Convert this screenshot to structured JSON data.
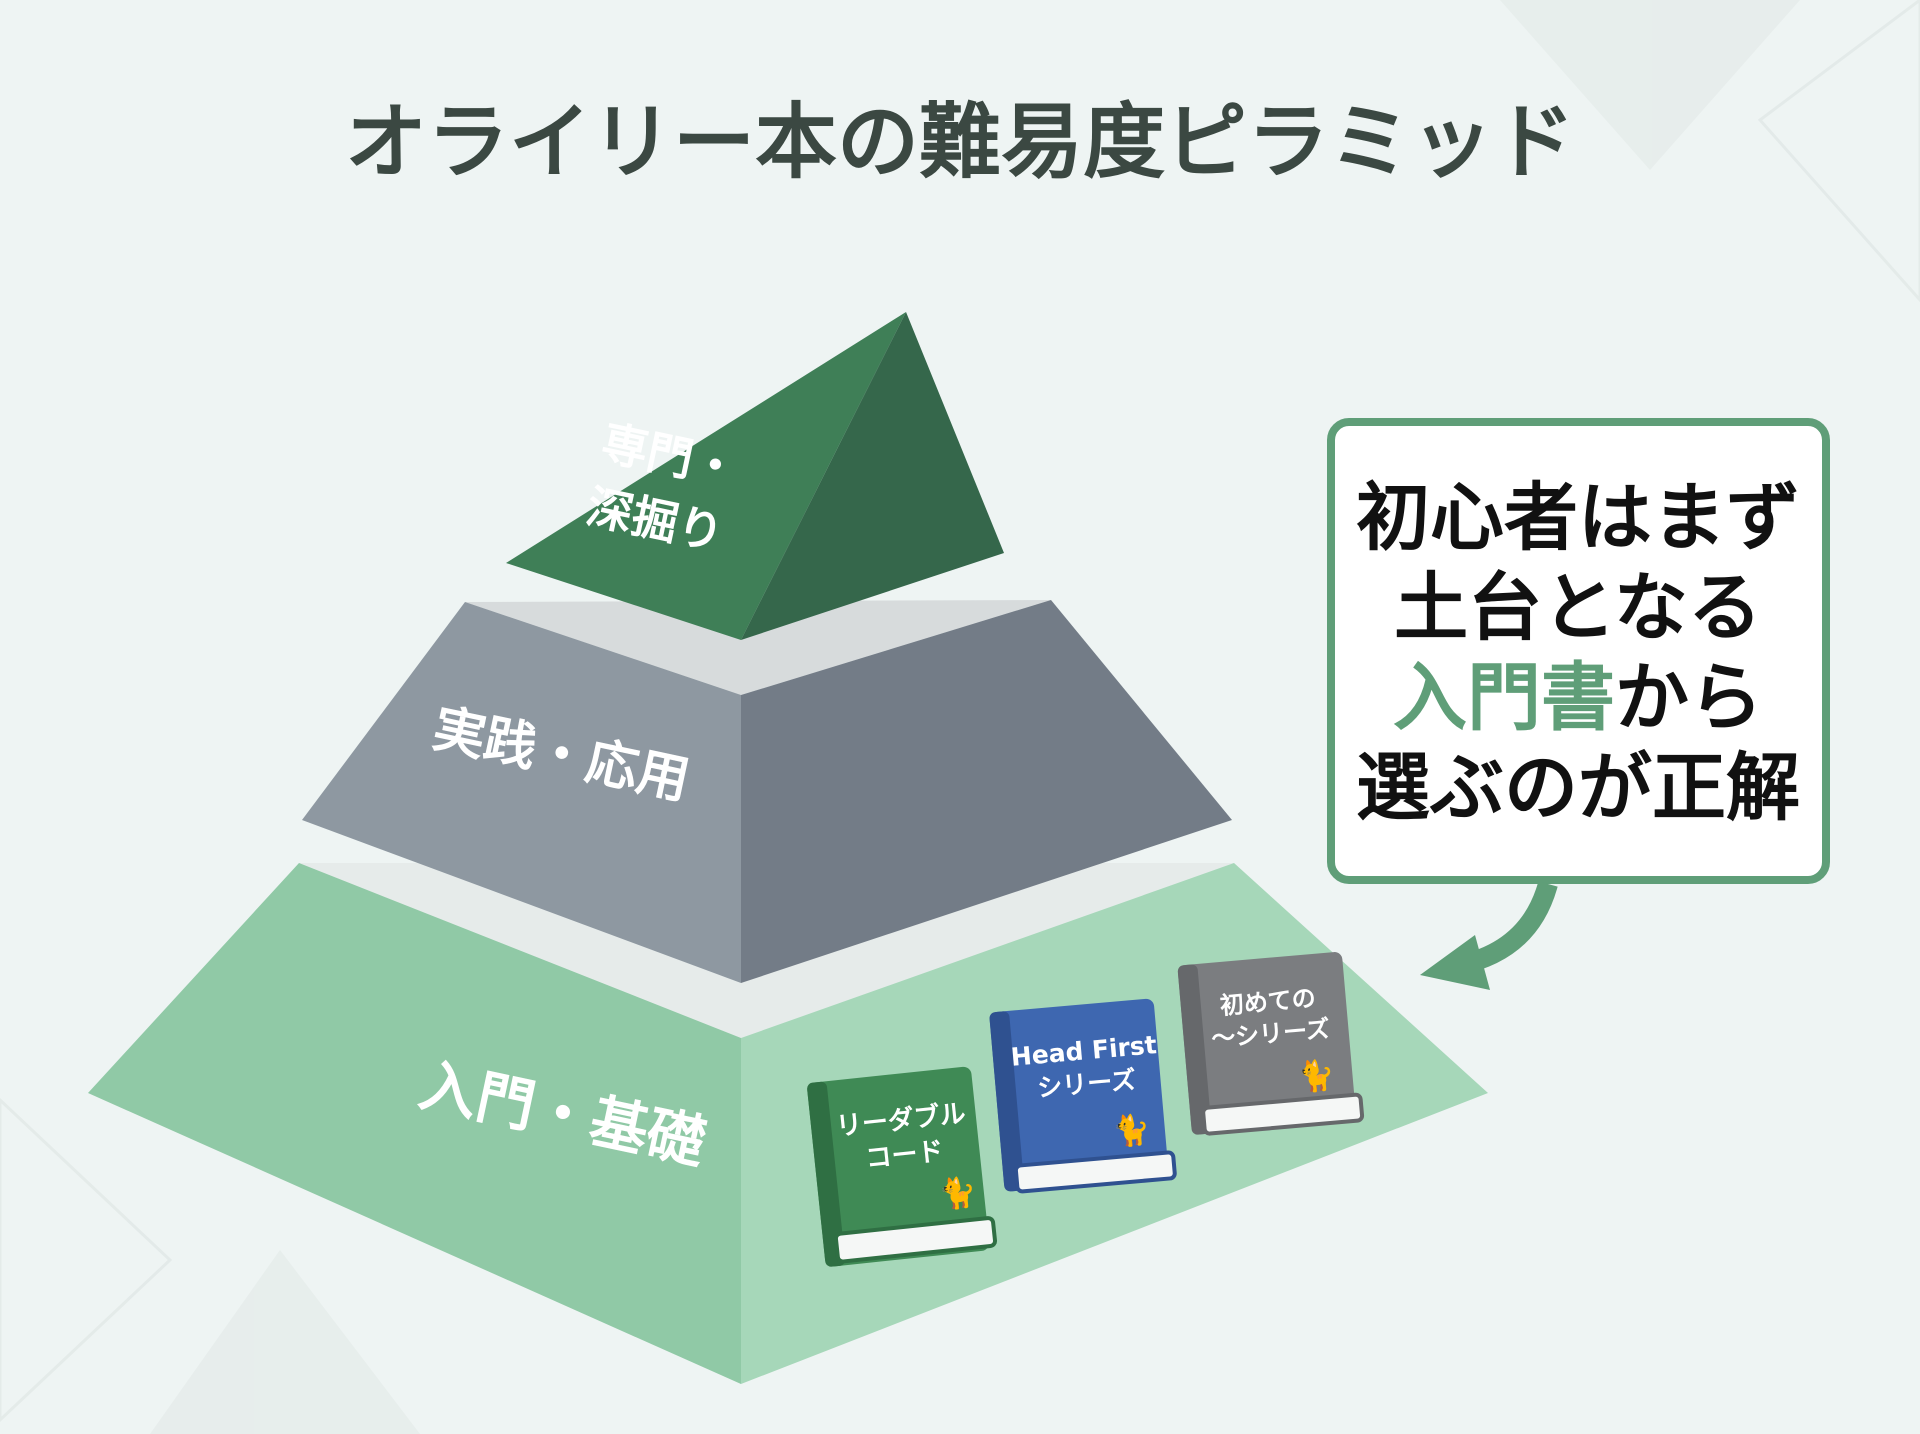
{
  "title": "オライリー本の難易度ピラミッド",
  "tiers": {
    "top": {
      "line1": "専門・",
      "line2": "深掘り"
    },
    "middle": {
      "label": "実践・応用"
    },
    "bottom": {
      "label": "入門・基礎"
    }
  },
  "callout": {
    "line1": "初心者はまず",
    "line2": "土台となる",
    "line3_highlight": "入門書",
    "line3_rest": "から",
    "line4": "選ぶのが正解"
  },
  "books": [
    {
      "line1": "リーダブル",
      "line2": "コード",
      "color": "#3f8a55"
    },
    {
      "line1": "Head First",
      "line2": "シリーズ",
      "color": "#3e67b0"
    },
    {
      "line1": "初めての",
      "line2": "〜シリーズ",
      "color": "#7b7d80"
    }
  ],
  "colors": {
    "accent": "#5f9e78",
    "top_green": "#3e7f57",
    "mid_gray": "#8e98a0",
    "base_green": "#96cdaa"
  }
}
